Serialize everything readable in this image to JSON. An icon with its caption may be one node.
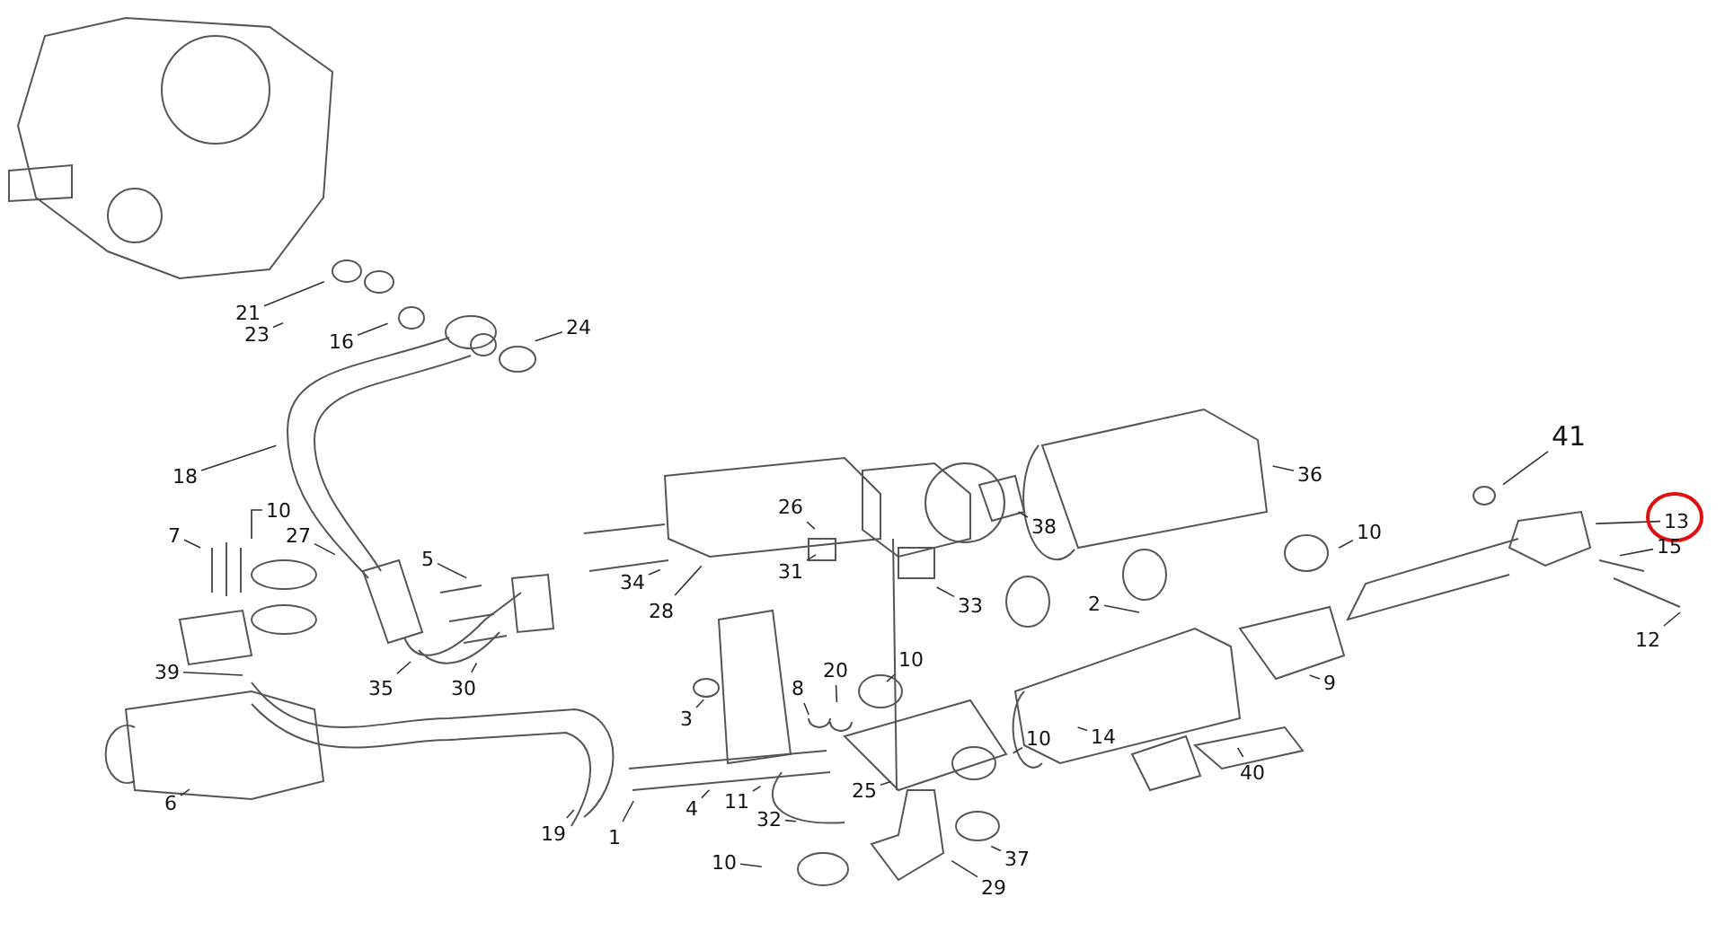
{
  "diagram": {
    "nodes": [
      {
        "text": [
          "21"
        ]
      },
      {
        "text": [
          "24"
        ]
      },
      {
        "text": [
          "23"
        ]
      },
      {
        "text": [
          "16"
        ]
      },
      {
        "text": [
          "18"
        ]
      },
      {
        "text": [
          "36"
        ]
      },
      {
        "text": [
          "41"
        ]
      },
      {
        "text": [
          "26"
        ]
      },
      {
        "text": [
          "10"
        ]
      },
      {
        "text": [
          "7"
        ]
      },
      {
        "text": [
          "27"
        ]
      },
      {
        "text": [
          "38"
        ]
      },
      {
        "text": [
          "13"
        ]
      },
      {
        "text": [
          "10"
        ]
      },
      {
        "text": [
          "15"
        ]
      },
      {
        "text": [
          "5"
        ]
      },
      {
        "text": [
          "31"
        ]
      },
      {
        "text": [
          "34"
        ]
      },
      {
        "text": [
          "2"
        ]
      },
      {
        "text": [
          "33"
        ]
      },
      {
        "text": [
          "28"
        ]
      },
      {
        "text": [
          "12"
        ]
      },
      {
        "text": [
          "10"
        ]
      },
      {
        "text": [
          "20"
        ]
      },
      {
        "text": [
          "39"
        ]
      },
      {
        "text": [
          "35"
        ]
      },
      {
        "text": [
          "30"
        ]
      },
      {
        "text": [
          "9"
        ]
      },
      {
        "text": [
          "8"
        ]
      },
      {
        "text": [
          "3"
        ]
      },
      {
        "text": [
          "14"
        ]
      },
      {
        "text": [
          "10"
        ]
      },
      {
        "text": [
          "40"
        ]
      },
      {
        "text": [
          "25"
        ]
      },
      {
        "text": [
          "6"
        ]
      },
      {
        "text": [
          "11"
        ]
      },
      {
        "text": [
          "4"
        ]
      },
      {
        "text": [
          "32"
        ]
      },
      {
        "text": [
          "19"
        ]
      },
      {
        "text": [
          "1"
        ]
      },
      {
        "text": [
          "37"
        ]
      },
      {
        "text": [
          "10"
        ]
      },
      {
        "text": [
          "29"
        ]
      }
    ],
    "edges": [
      {
        "from": 0,
        "to": null,
        "arrow": "none"
      },
      {
        "from": 1,
        "to": null,
        "arrow": "none"
      },
      {
        "from": 2,
        "to": null,
        "arrow": "none"
      },
      {
        "from": 3,
        "to": null,
        "arrow": "none"
      },
      {
        "from": 4,
        "to": null,
        "arrow": "none"
      },
      {
        "from": 5,
        "to": null,
        "arrow": "none"
      },
      {
        "from": 6,
        "to": null,
        "arrow": "none"
      },
      {
        "from": 7,
        "to": null,
        "arrow": "none"
      },
      {
        "from": 8,
        "to": null,
        "arrow": "none"
      },
      {
        "from": 9,
        "to": null,
        "arrow": "none"
      },
      {
        "from": 10,
        "to": null,
        "arrow": "none"
      },
      {
        "from": 11,
        "to": null,
        "arrow": "none"
      },
      {
        "from": 12,
        "to": null,
        "arrow": "none"
      },
      {
        "from": 13,
        "to": null,
        "arrow": "none"
      },
      {
        "from": 14,
        "to": null,
        "arrow": "none"
      },
      {
        "from": 15,
        "to": null,
        "arrow": "none"
      },
      {
        "from": 16,
        "to": null,
        "arrow": "none"
      },
      {
        "from": 17,
        "to": null,
        "arrow": "none"
      },
      {
        "from": 18,
        "to": null,
        "arrow": "none"
      },
      {
        "from": 19,
        "to": null,
        "arrow": "none"
      },
      {
        "from": 20,
        "to": null,
        "arrow": "none"
      },
      {
        "from": 21,
        "to": null,
        "arrow": "none"
      },
      {
        "from": 22,
        "to": null,
        "arrow": "none"
      },
      {
        "from": 23,
        "to": null,
        "arrow": "none"
      },
      {
        "from": 24,
        "to": null,
        "arrow": "none"
      },
      {
        "from": 25,
        "to": null,
        "arrow": "none"
      },
      {
        "from": 26,
        "to": null,
        "arrow": "none"
      },
      {
        "from": 27,
        "to": null,
        "arrow": "none"
      },
      {
        "from": 28,
        "to": null,
        "arrow": "none"
      },
      {
        "from": 29,
        "to": null,
        "arrow": "none"
      },
      {
        "from": 30,
        "to": null,
        "arrow": "none"
      },
      {
        "from": 31,
        "to": null,
        "arrow": "none"
      },
      {
        "from": 32,
        "to": null,
        "arrow": "none"
      },
      {
        "from": 33,
        "to": null,
        "arrow": "none"
      },
      {
        "from": 34,
        "to": null,
        "arrow": "none"
      },
      {
        "from": 35,
        "to": null,
        "arrow": "none"
      },
      {
        "from": 36,
        "to": null,
        "arrow": "none"
      },
      {
        "from": 37,
        "to": null,
        "arrow": "none"
      },
      {
        "from": 38,
        "to": null,
        "arrow": "none"
      },
      {
        "from": 39,
        "to": null,
        "arrow": "none"
      },
      {
        "from": 40,
        "to": null,
        "arrow": "none"
      },
      {
        "from": 41,
        "to": null,
        "arrow": "none"
      },
      {
        "from": 42,
        "to": null,
        "arrow": "none"
      }
    ]
  }
}
